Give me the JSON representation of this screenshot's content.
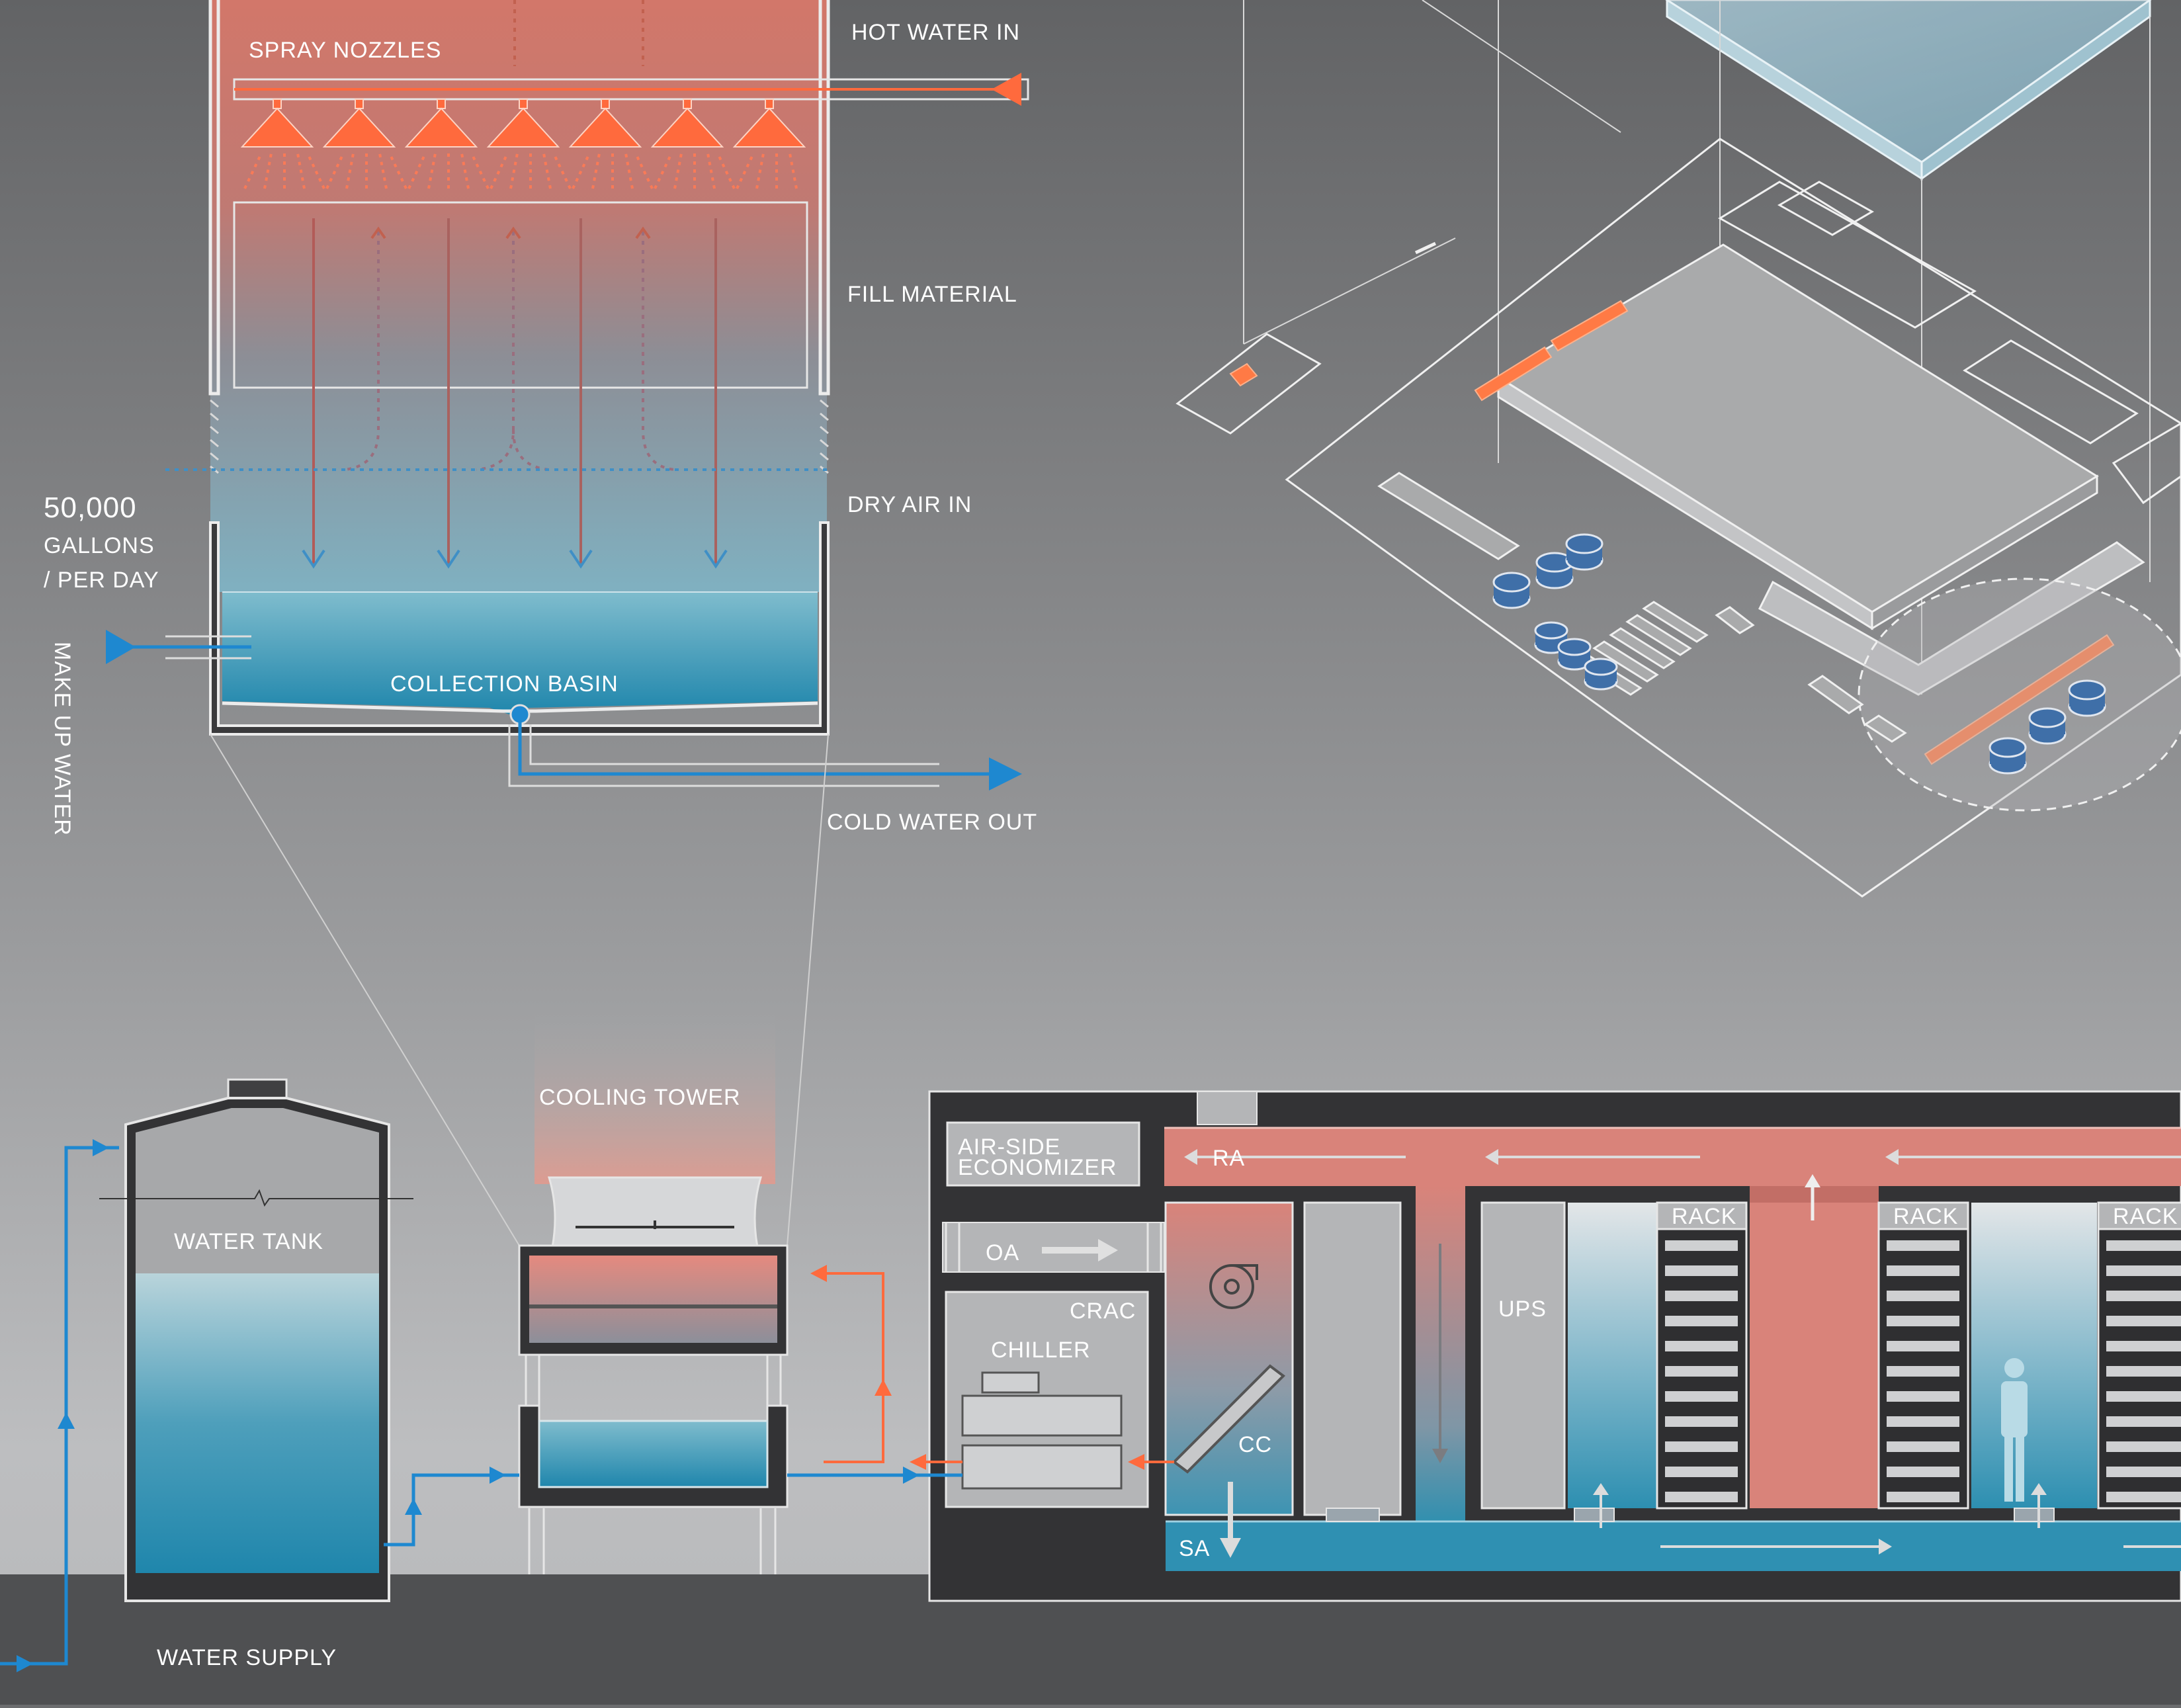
{
  "labels": {
    "spray_nozzles": "SPRAY NOZZLES",
    "hot_water_in": "HOT WATER IN",
    "fill_material": "FILL MATERIAL",
    "dry_air_in": "DRY AIR IN",
    "gallons_value": "50,000",
    "gallons_unit": "GALLONS",
    "per_day": "/ PER DAY",
    "make_up_water": "MAKE UP WATER",
    "collection_basin": "COLLECTION BASIN",
    "cold_water_out": "COLD WATER OUT",
    "cooling_tower": "COOLING TOWER",
    "water_tank": "WATER TANK",
    "water_supply": "WATER SUPPLY",
    "air_side_economizer_1": "AIR-SIDE",
    "air_side_economizer_2": "ECONOMIZER",
    "ra": "RA",
    "oa": "OA",
    "crac": "CRAC",
    "chiller": "CHILLER",
    "cc": "CC",
    "sa": "SA",
    "ups": "UPS",
    "rack_1": "RACK",
    "rack_2": "RACK",
    "rack_3": "RACK"
  },
  "colors": {
    "hot": "#ff6a3d",
    "cold": "#1e88d0",
    "basin": "#2a8fb0",
    "return_air": "#d9837a",
    "equipment_dark": "#333335",
    "equipment_grey": "#b4b5b7",
    "background": "#6c6d6f"
  }
}
